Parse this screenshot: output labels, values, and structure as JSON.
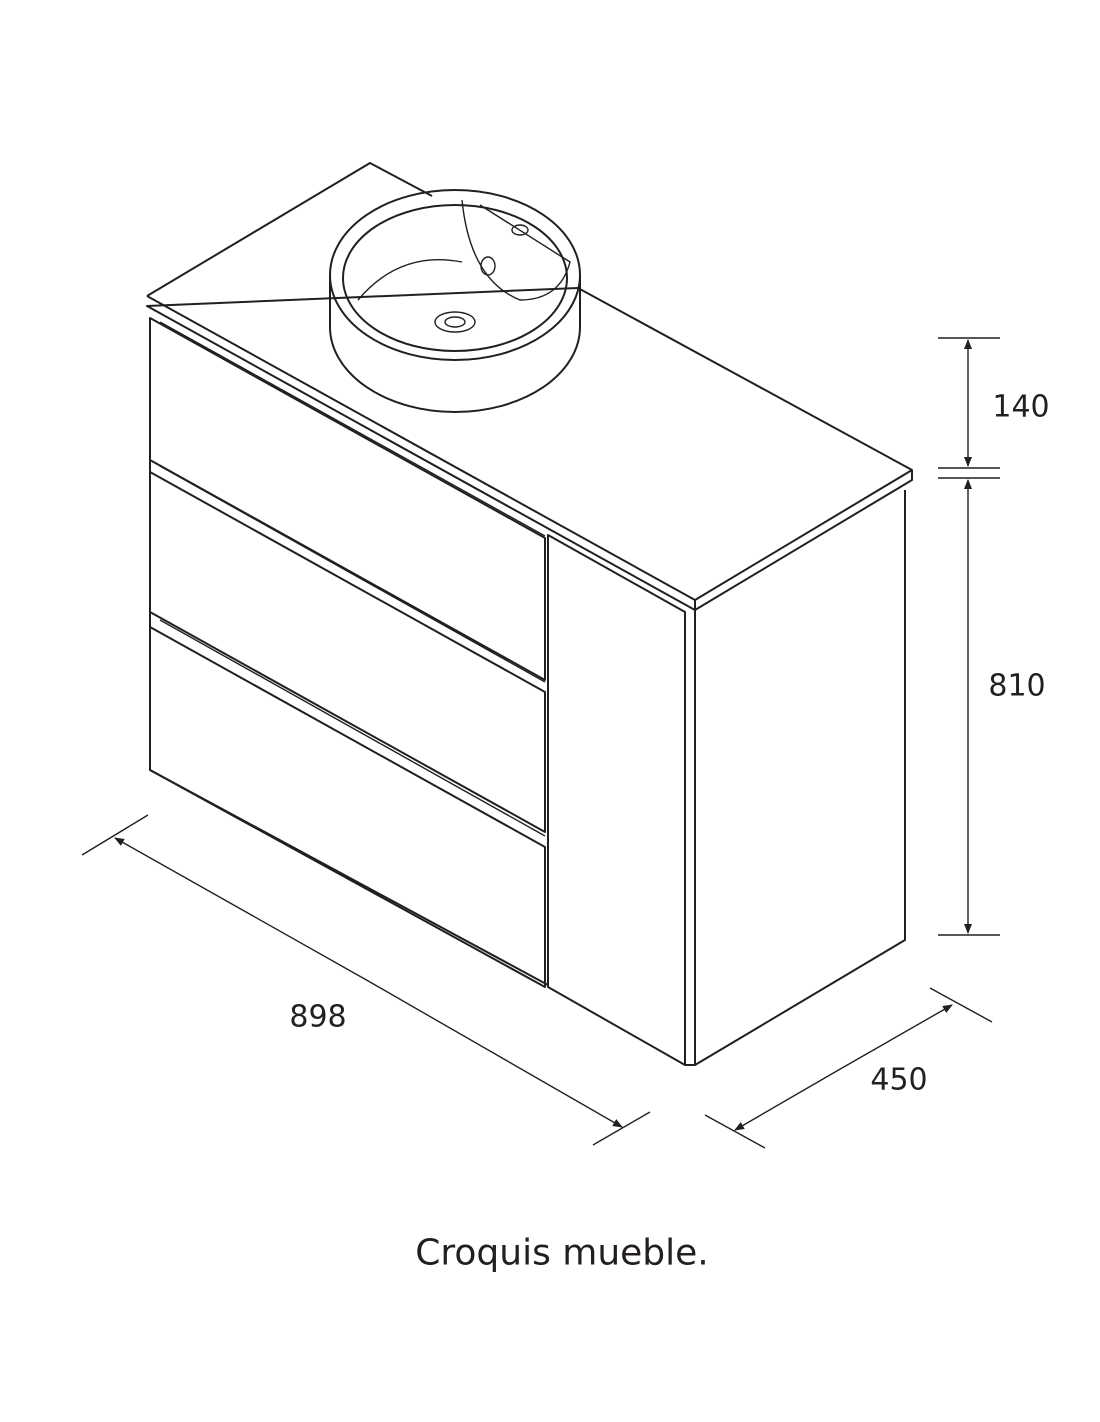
{
  "dimensions": {
    "upper_height": "140",
    "cabinet_height": "810",
    "width": "898",
    "depth": "450"
  },
  "caption": "Croquis mueble.",
  "colors": {
    "line": "#231f20",
    "background": "#ffffff"
  }
}
